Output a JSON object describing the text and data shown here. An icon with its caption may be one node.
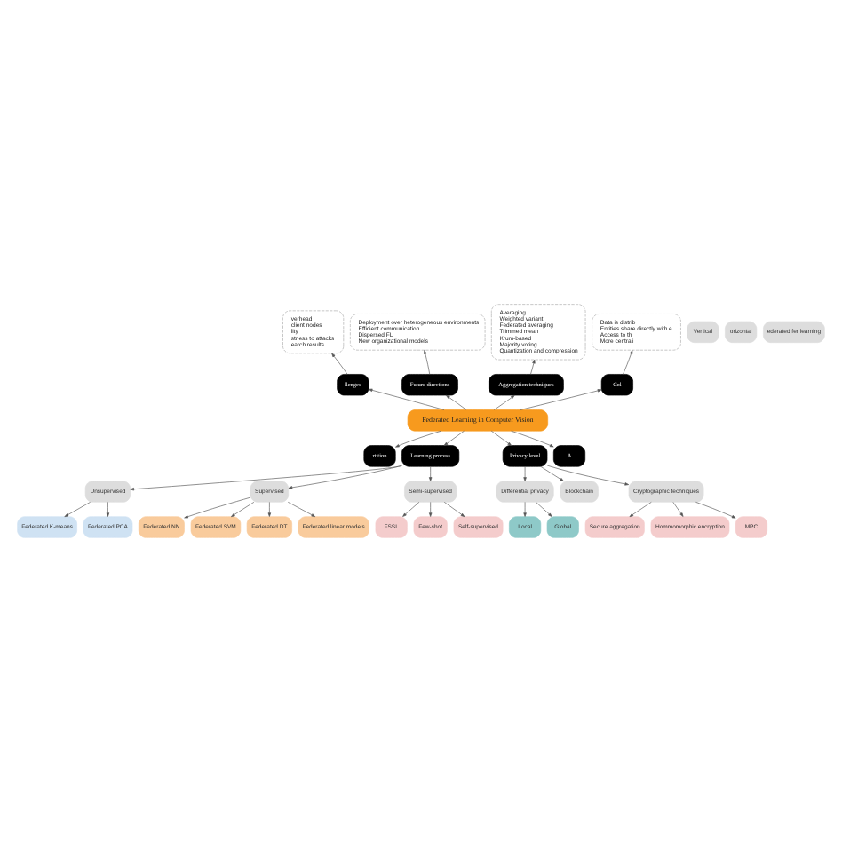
{
  "diagram": {
    "nodes": [
      {
        "text": [
          "Federated Learning in Computer Vision"
        ]
      },
      {
        "text": [
          "verhead",
          "client nodes",
          "lity",
          "stness to attacks",
          "earch results"
        ]
      },
      {
        "text": [
          "llenges"
        ]
      },
      {
        "text": [
          "Deployment over heterogeneous environments",
          "Efficient communication",
          "Dispersed FL",
          "New organizational models"
        ]
      },
      {
        "text": [
          "Future directions"
        ]
      },
      {
        "text": [
          "Averaging",
          "Weighted variant",
          "Federated averaging",
          "Trimmed mean",
          "Krum-based",
          "Majority voting",
          "Quantization and compression"
        ]
      },
      {
        "text": [
          "Aggregation techniques"
        ]
      },
      {
        "text": [
          "Data is distrib",
          "Entities share directly with e",
          "Access to th",
          "More centrali"
        ]
      },
      {
        "text": [
          "Col"
        ]
      },
      {
        "text": [
          "rtition"
        ]
      },
      {
        "text": [
          "Vertical"
        ]
      },
      {
        "text": [
          "orizontal"
        ]
      },
      {
        "text": [
          "ederated fer learning"
        ]
      },
      {
        "text": [
          "Learning process"
        ]
      },
      {
        "text": [
          "Unsupervised"
        ]
      },
      {
        "text": [
          "Federated K-means"
        ]
      },
      {
        "text": [
          "Federated PCA"
        ]
      },
      {
        "text": [
          "Supervised"
        ]
      },
      {
        "text": [
          "Federated NN"
        ]
      },
      {
        "text": [
          "Federated SVM"
        ]
      },
      {
        "text": [
          "Federated DT"
        ]
      },
      {
        "text": [
          "Federated linear models"
        ]
      },
      {
        "text": [
          "Semi-supervised"
        ]
      },
      {
        "text": [
          "FSSL"
        ]
      },
      {
        "text": [
          "Few-shot"
        ]
      },
      {
        "text": [
          "Self-supervised"
        ]
      },
      {
        "text": [
          "Privacy level"
        ]
      },
      {
        "text": [
          "Differential privacy"
        ]
      },
      {
        "text": [
          "Local"
        ]
      },
      {
        "text": [
          "Global"
        ]
      },
      {
        "text": [
          "Blockchain"
        ]
      },
      {
        "text": [
          "Cryptographic techniques"
        ]
      },
      {
        "text": [
          "Secure aggregation"
        ]
      },
      {
        "text": [
          "Hommomorphic encryption"
        ]
      },
      {
        "text": [
          "MPC"
        ]
      },
      {
        "text": [
          "A"
        ]
      }
    ],
    "edges": [
      {
        "from": 0,
        "to": 2,
        "arrow": "to"
      },
      {
        "from": 2,
        "to": 1,
        "arrow": "to"
      },
      {
        "from": 0,
        "to": 4,
        "arrow": "to"
      },
      {
        "from": 4,
        "to": 3,
        "arrow": "to"
      },
      {
        "from": 0,
        "to": 6,
        "arrow": "to"
      },
      {
        "from": 6,
        "to": 5,
        "arrow": "to"
      },
      {
        "from": 0,
        "to": 8,
        "arrow": "to"
      },
      {
        "from": 8,
        "to": 7,
        "arrow": "to"
      },
      {
        "from": 0,
        "to": 9,
        "arrow": "to"
      },
      {
        "from": 0,
        "to": 13,
        "arrow": "to"
      },
      {
        "from": 0,
        "to": 26,
        "arrow": "to"
      },
      {
        "from": 0,
        "to": 35,
        "arrow": "to"
      },
      {
        "from": 13,
        "to": 14,
        "arrow": "to"
      },
      {
        "from": 14,
        "to": 15,
        "arrow": "to"
      },
      {
        "from": 14,
        "to": 16,
        "arrow": "to"
      },
      {
        "from": 13,
        "to": 17,
        "arrow": "to"
      },
      {
        "from": 17,
        "to": 18,
        "arrow": "to"
      },
      {
        "from": 17,
        "to": 19,
        "arrow": "to"
      },
      {
        "from": 17,
        "to": 20,
        "arrow": "to"
      },
      {
        "from": 17,
        "to": 21,
        "arrow": "to"
      },
      {
        "from": 13,
        "to": 22,
        "arrow": "to"
      },
      {
        "from": 22,
        "to": 23,
        "arrow": "to"
      },
      {
        "from": 22,
        "to": 24,
        "arrow": "to"
      },
      {
        "from": 22,
        "to": 25,
        "arrow": "to"
      },
      {
        "from": 26,
        "to": 27,
        "arrow": "to"
      },
      {
        "from": 27,
        "to": 28,
        "arrow": "to"
      },
      {
        "from": 27,
        "to": 29,
        "arrow": "to"
      },
      {
        "from": 26,
        "to": 30,
        "arrow": "to"
      },
      {
        "from": 26,
        "to": 31,
        "arrow": "to"
      },
      {
        "from": 31,
        "to": 32,
        "arrow": "to"
      },
      {
        "from": 31,
        "to": 33,
        "arrow": "to"
      },
      {
        "from": 31,
        "to": 34,
        "arrow": "to"
      }
    ]
  }
}
